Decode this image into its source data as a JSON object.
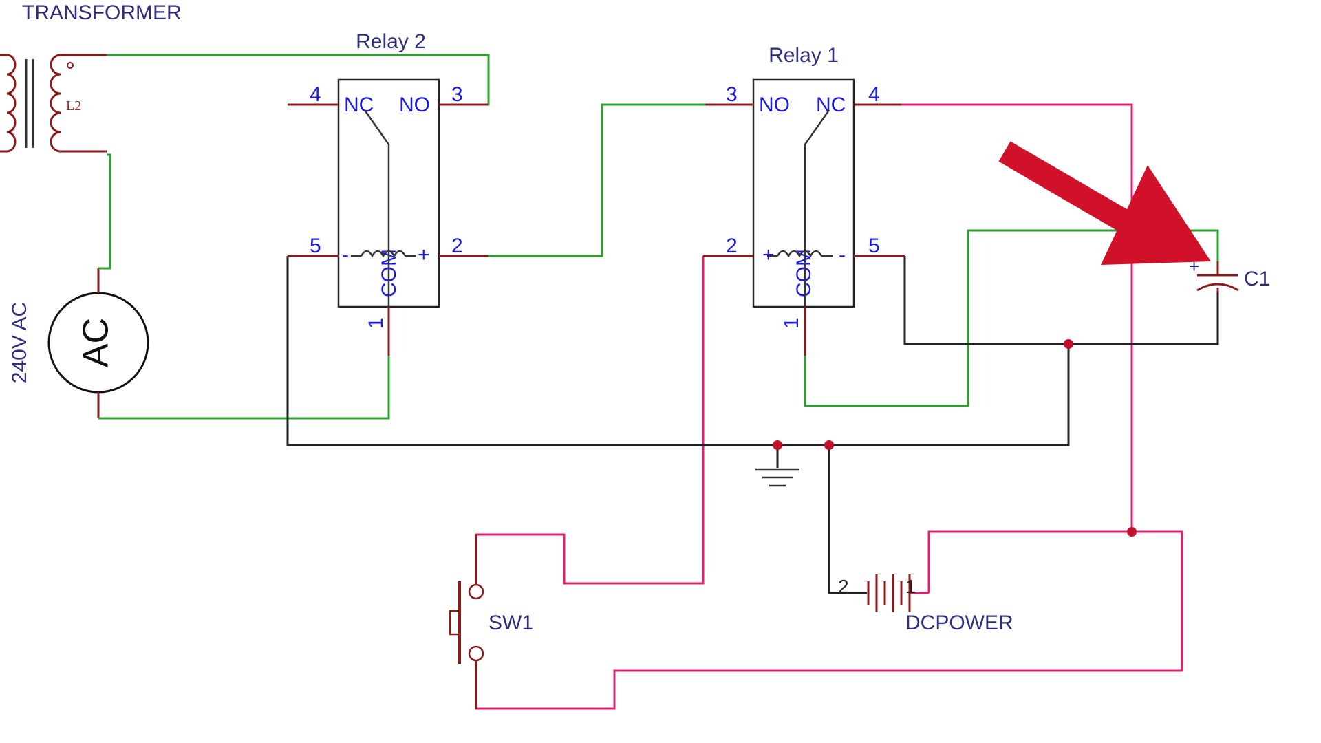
{
  "labels": {
    "transformer": "TRANSFORMER",
    "coil_l2": "L2",
    "source_voltage": "240V AC",
    "source_symbol": "AC",
    "relay2": "Relay 2",
    "relay1": "Relay 1",
    "capacitor": "C1",
    "switch": "SW1",
    "dc_power": "DCPOWER"
  },
  "relay2_pins": {
    "p4": "4",
    "p3": "3",
    "p5": "5",
    "p2": "2",
    "p1": "1",
    "nc": "NC",
    "no": "NO",
    "com": "COM",
    "minus": "-",
    "plus": "+"
  },
  "relay1_pins": {
    "p3": "3",
    "p4": "4",
    "p2": "2",
    "p5": "5",
    "p1": "1",
    "no": "NO",
    "nc": "NC",
    "com": "COM",
    "plus": "+",
    "minus": "-"
  },
  "dc_pins": {
    "p2": "2",
    "p1": "1"
  },
  "capacitor_polarity": "+",
  "colors": {
    "ac_wire": "#2ea02e",
    "dc_wire": "#e0206e",
    "ground_wire": "#222222",
    "pin_stub": "#8b1a1a",
    "pin_label": "#1a1aee",
    "junction": "#c0102a",
    "callout_arrow": "#d1102a"
  }
}
